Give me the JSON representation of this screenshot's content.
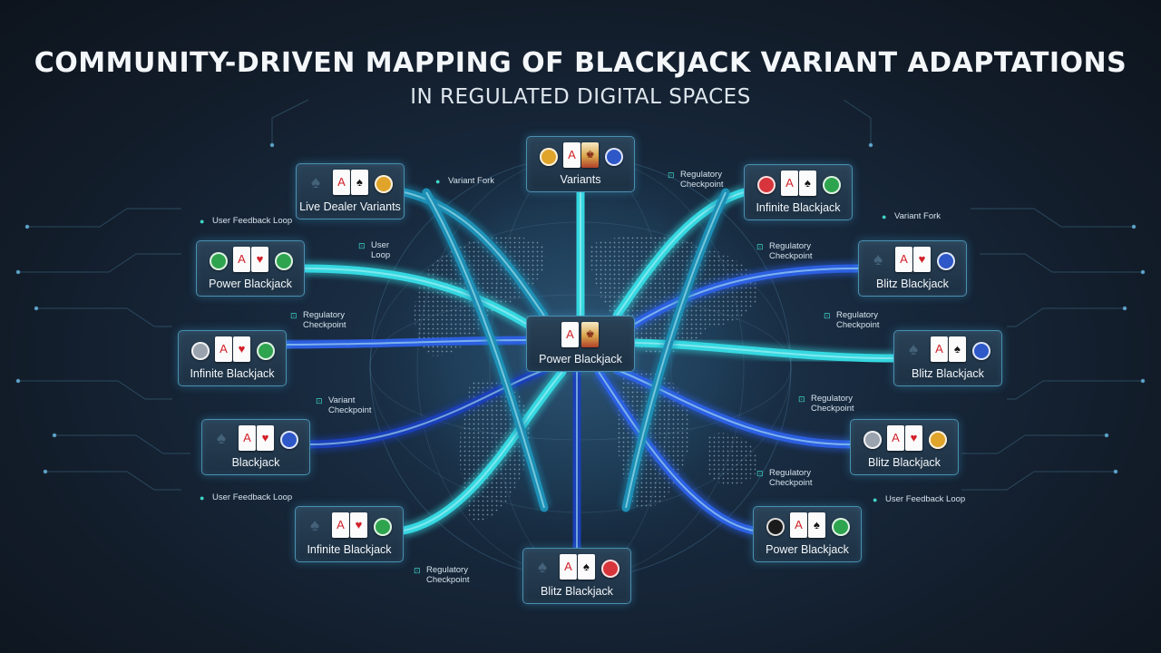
{
  "title": "COMMUNITY-DRIVEN MAPPING OF BLACKJACK VARIANT ADAPTATIONS",
  "subtitle": "IN REGULATED DIGITAL SPACES",
  "colors": {
    "cyan": "#35d8e0",
    "blue": "#2c5fe0",
    "deep_blue": "#1a3fb8",
    "node_border": "#4a8fb0"
  },
  "center_node": {
    "label": "Power Blackjack",
    "cards": [
      "red-ace",
      "face"
    ]
  },
  "nodes": [
    {
      "id": "top",
      "label": "Variants",
      "icons": "chip-y,face,chip-b"
    },
    {
      "id": "tl",
      "label": "Live Dealer Variants",
      "icons": "ghost,spade,chip-y"
    },
    {
      "id": "tr",
      "label": "Infinite Blackjack",
      "icons": "chip-r,spade,chip-g"
    },
    {
      "id": "l1",
      "label": "Power Blackjack",
      "icons": "chip-g,heart,chip-g"
    },
    {
      "id": "r1",
      "label": "Blitz Blackjack",
      "icons": "ghost,heart,chip-b"
    },
    {
      "id": "l2",
      "label": "Infinite Blackjack",
      "icons": "chip-w,heart,chip-g"
    },
    {
      "id": "r2",
      "label": "Blitz Blackjack",
      "icons": "ghost,spade,chip-b"
    },
    {
      "id": "l3",
      "label": "Blackjack",
      "icons": "ghost,heart,chip-b"
    },
    {
      "id": "r3",
      "label": "Blitz Blackjack",
      "icons": "chip-w,heart,chip-y"
    },
    {
      "id": "bl",
      "label": "Infinite Blackjack",
      "icons": "ghost,heart,chip-g"
    },
    {
      "id": "br",
      "label": "Power Blackjack",
      "icons": "chip-k,spade,chip-g"
    },
    {
      "id": "bottom",
      "label": "Blitz Blackjack",
      "icons": "ghost,spade,chip-r"
    }
  ],
  "annotations": [
    {
      "text": "Variant Fork",
      "icon": "person-icon"
    },
    {
      "text": "Regulatory Checkpoint",
      "icon": "lock-icon"
    },
    {
      "text": "User Feedback Loop",
      "icon": "person-icon"
    },
    {
      "text": "User Loop",
      "icon": "lock-icon"
    },
    {
      "text": "Regulatory Checkpoint",
      "icon": "lock-icon"
    },
    {
      "text": "Variant Fork",
      "icon": "person-icon"
    },
    {
      "text": "Regulatory Checkpoint",
      "icon": "lock-icon"
    },
    {
      "text": "Regulatory Checkpoint",
      "icon": "lock-icon"
    },
    {
      "text": "Variant Checkpoint",
      "icon": "lock-icon"
    },
    {
      "text": "Regulatory Checkpoint",
      "icon": "lock-icon"
    },
    {
      "text": "User Feedback Loop",
      "icon": "person-icon"
    },
    {
      "text": "Regulatory Checkpoint",
      "icon": "lock-icon"
    },
    {
      "text": "User Feedback Loop",
      "icon": "person-icon"
    },
    {
      "text": "Regulatory Checkpoint",
      "icon": "lock-icon"
    }
  ]
}
